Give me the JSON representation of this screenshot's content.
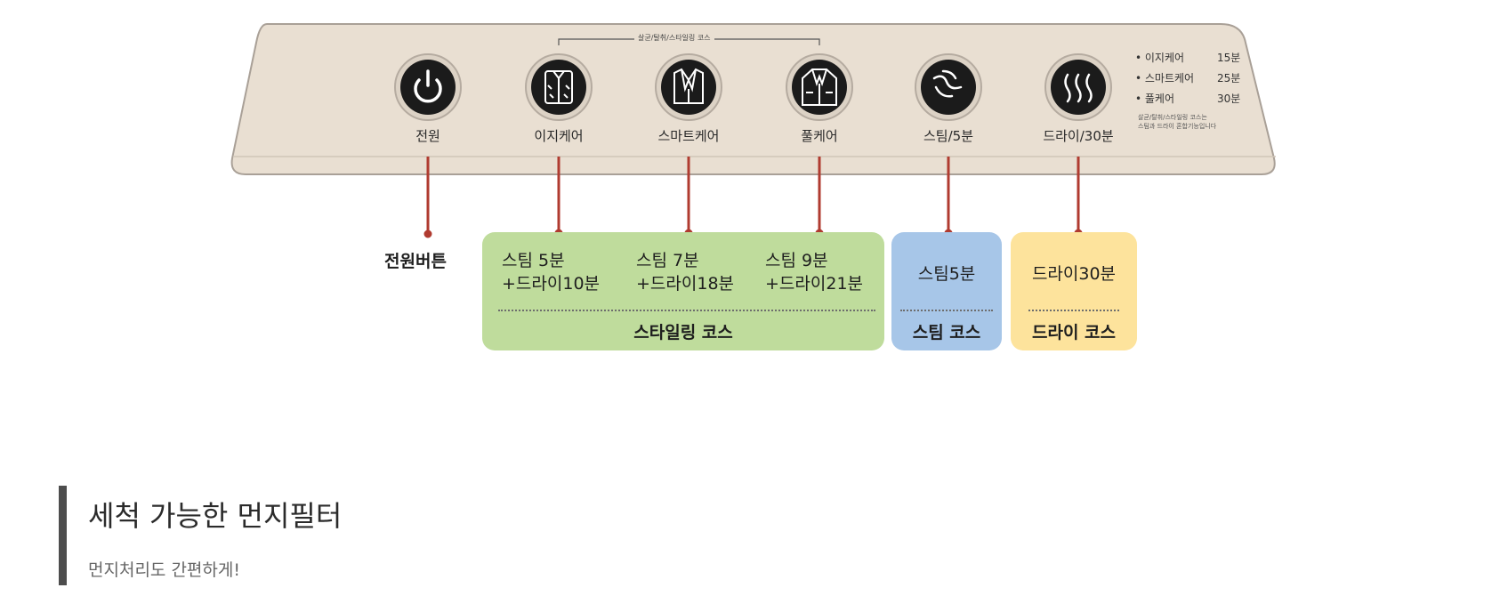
{
  "panel": {
    "bracket_label": "살균/탈취/스타일링 코스",
    "buttons": [
      {
        "label": "전원",
        "icon": "power-icon"
      },
      {
        "label": "이지케어",
        "icon": "shirt-icon"
      },
      {
        "label": "스마트케어",
        "icon": "suit-icon"
      },
      {
        "label": "풀케어",
        "icon": "coat-icon"
      },
      {
        "label": "스팀/5분",
        "icon": "steam-icon"
      },
      {
        "label": "드라이/30분",
        "icon": "dry-icon"
      }
    ],
    "notes": [
      {
        "name": "• 이지케어",
        "time": "15분"
      },
      {
        "name": "• 스마트케어",
        "time": "25분"
      },
      {
        "name": "• 풀케어",
        "time": "30분"
      }
    ],
    "tiny_note_1": "살균/탈취/스타일링 코스는",
    "tiny_note_2": "스팀과 드라이 혼합기능입니다"
  },
  "callouts": {
    "power_label": "전원버튼",
    "styling": {
      "items": [
        {
          "line1": "스팀 5분",
          "line2": "+드라이10분"
        },
        {
          "line1": "스팀 7분",
          "line2": "+드라이18분"
        },
        {
          "line1": "스팀 9분",
          "line2": "+드라이21분"
        }
      ],
      "course_name": "스타일링 코스"
    },
    "steam": {
      "text": "스팀5분",
      "course_name": "스팀 코스"
    },
    "dry": {
      "text": "드라이30분",
      "course_name": "드라이 코스"
    }
  },
  "section": {
    "title": "세척 가능한 먼지필터",
    "subtitle": "먼지처리도 간편하게!"
  },
  "colors": {
    "panel": "#e9dfd2",
    "styling_box": "#bfdc9c",
    "steam_box": "#a7c6e8",
    "dry_box": "#fde39c",
    "leader_line": "#b03b30",
    "heading_bar": "#4d4d4d"
  }
}
